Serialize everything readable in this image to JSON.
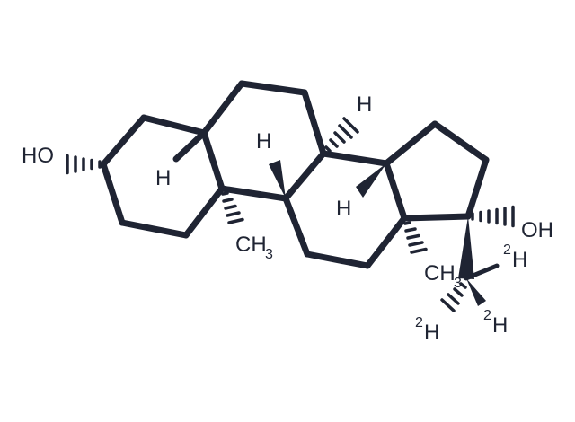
{
  "molecule": {
    "atom_labels": {
      "ho_left": "HO",
      "oh_right": "OH",
      "h_c5": "H",
      "h_c8": "H",
      "h_c9": "H",
      "h_c14": "H",
      "me19": "CH",
      "me19_sub": "3",
      "me18": "CH",
      "me18_sub": "3",
      "d1_sup": "2",
      "d1": "H",
      "d2_sup": "2",
      "d2": "H",
      "d3_sup": "2",
      "d3": "H"
    }
  },
  "colors": {
    "bond": "#1f2433",
    "background": "#ffffff"
  }
}
